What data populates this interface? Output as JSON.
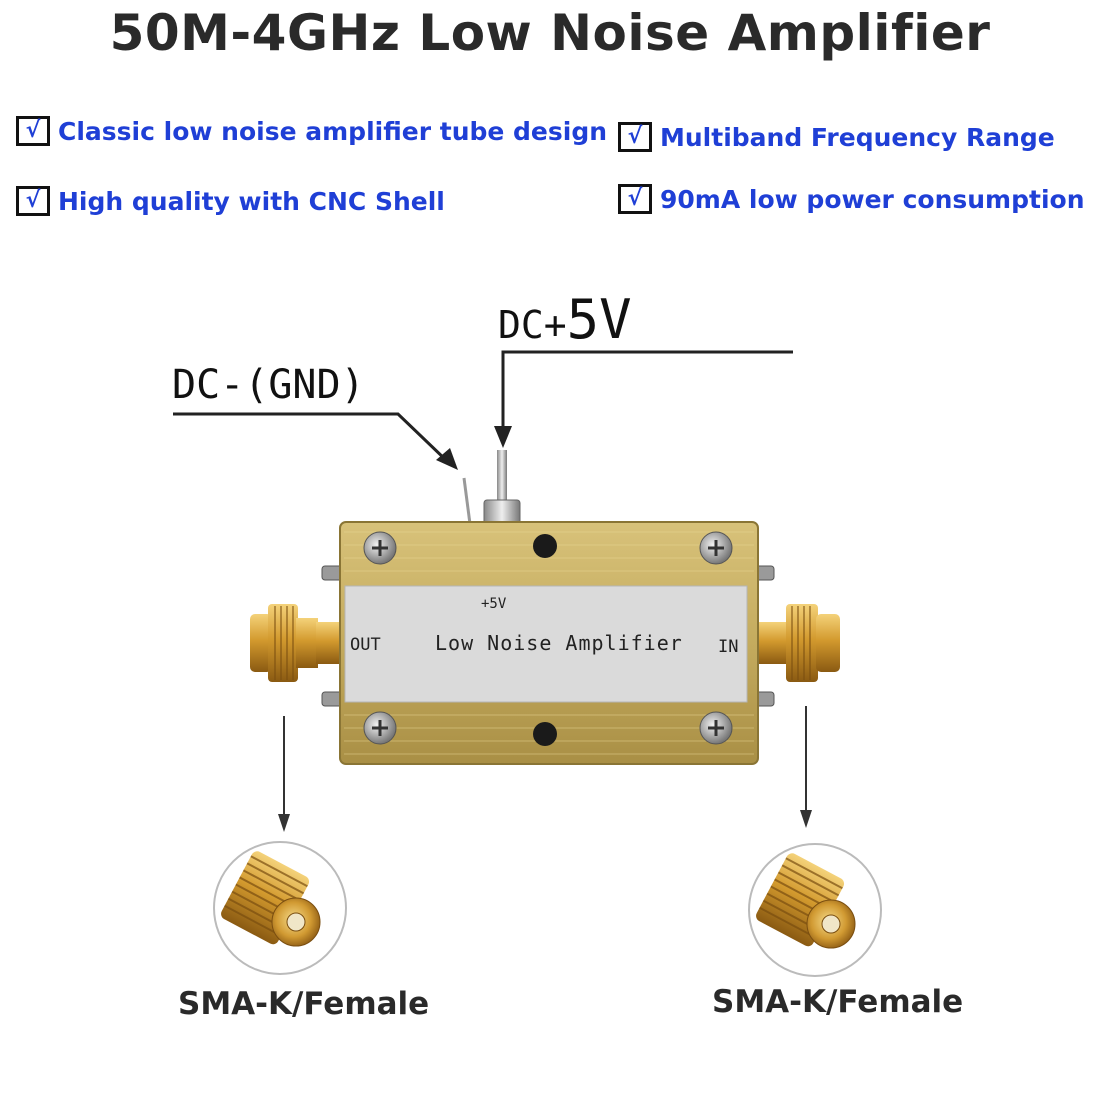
{
  "title": "50M-4GHz Low Noise Amplifier",
  "check_glyph": "√",
  "features": [
    {
      "text": "Classic low noise amplifier tube design"
    },
    {
      "text": "Multiband Frequency Range"
    },
    {
      "text": "High quality with CNC Shell"
    },
    {
      "text": "90mA low power consumption"
    }
  ],
  "labels": {
    "dc_plus": "DC+",
    "dc_plus_volt": "5V",
    "dc_minus": "DC-(GND)"
  },
  "module": {
    "pin_label": "+5V",
    "out_label": "OUT",
    "name": "Low Noise Amplifier",
    "in_label": "IN"
  },
  "connectors": {
    "left_caption": "SMA-K/Female",
    "right_caption": "SMA-K/Female"
  },
  "colors": {
    "title": "#2a2a2a",
    "feature_text": "#1f3fd6",
    "shell_gold": "#c9b066",
    "connector_gold": "#d4a23a",
    "label_panel": "#dadada"
  }
}
